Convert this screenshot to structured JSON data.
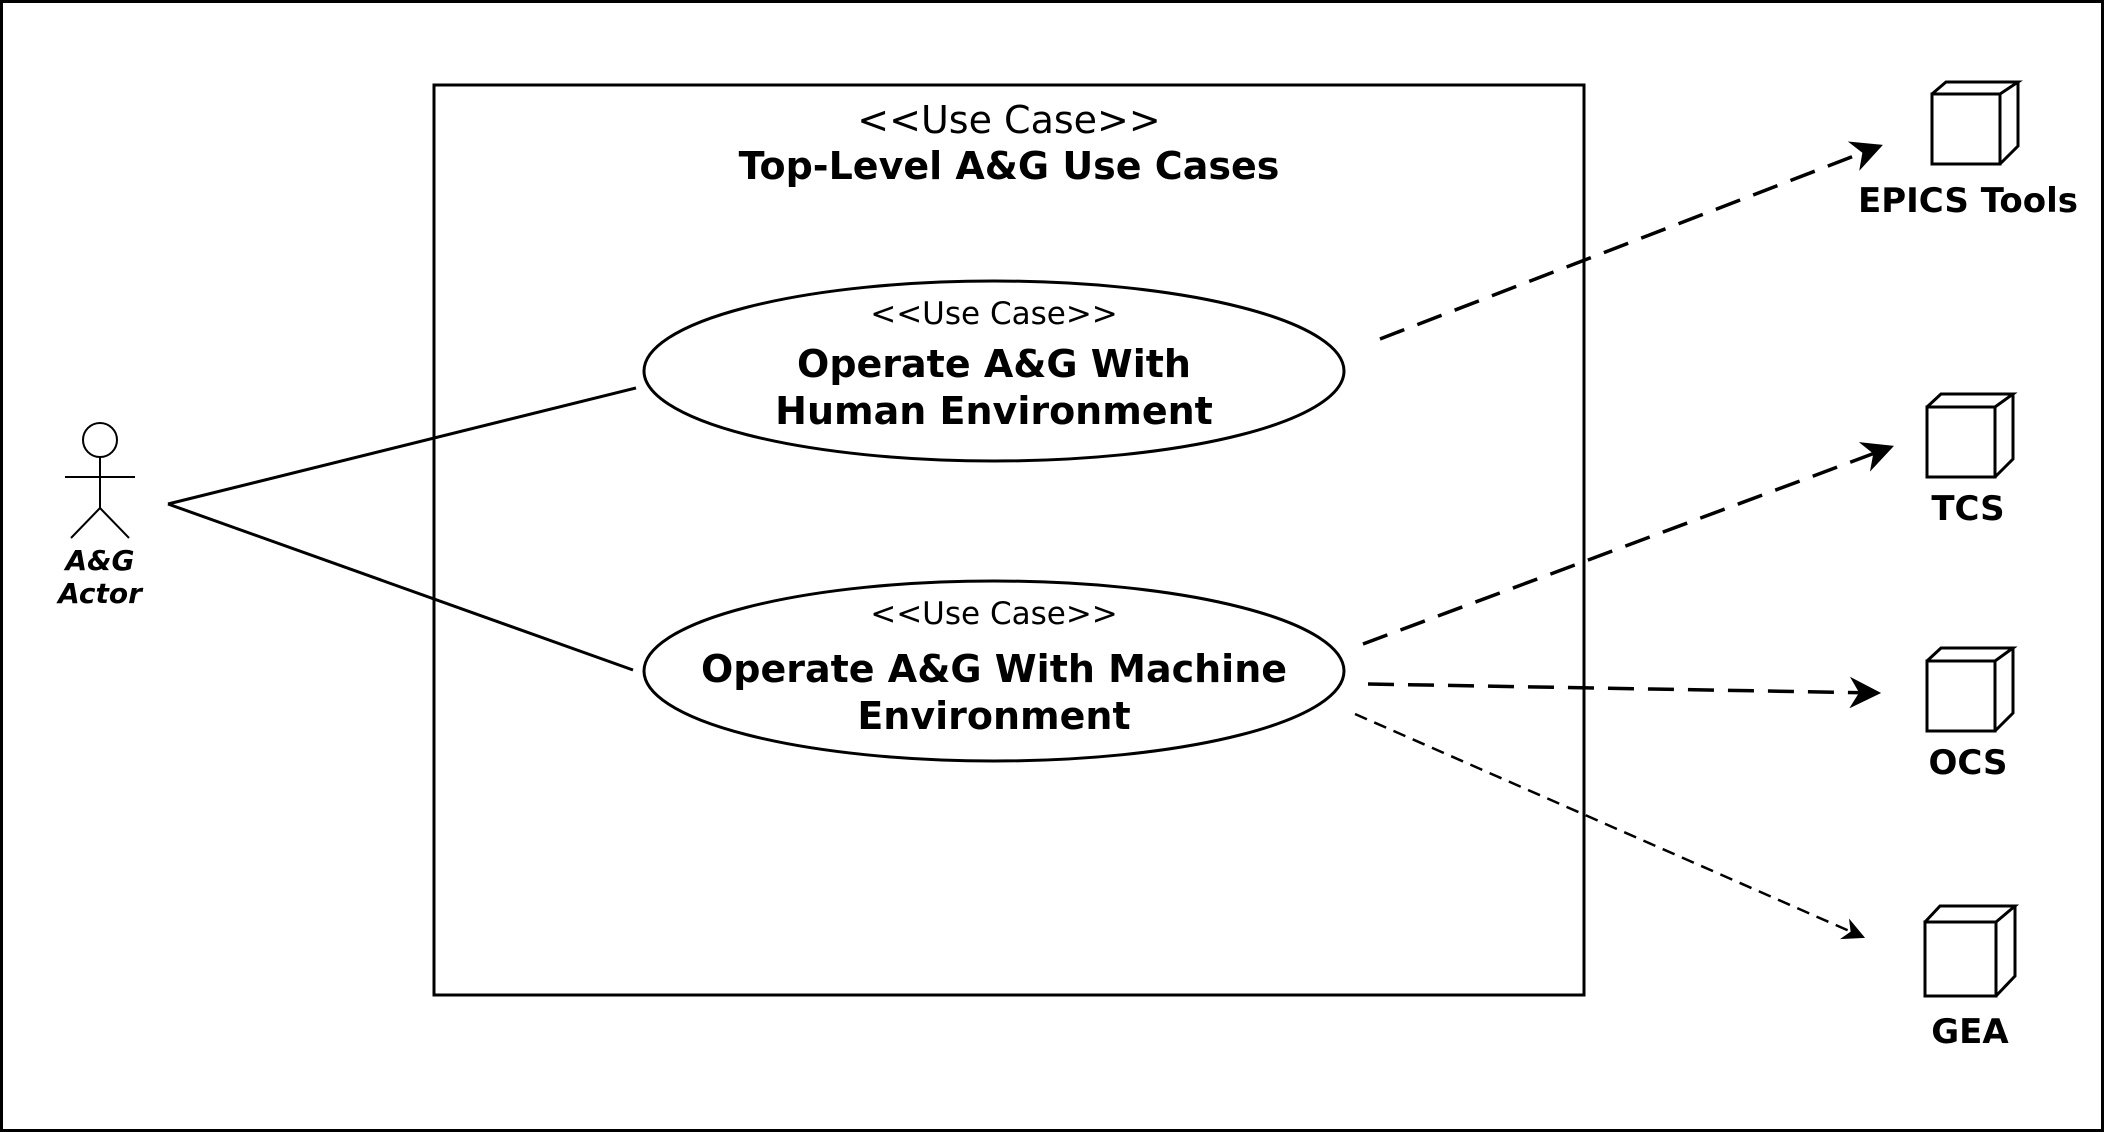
{
  "system": {
    "stereotype": "<<Use Case>>",
    "title": "Top-Level A&G Use Cases"
  },
  "actor": {
    "line1": "A&G",
    "line2": "Actor"
  },
  "use_cases": [
    {
      "stereotype": "<<Use Case>>",
      "name_line1": "Operate A&G With",
      "name_line2": "Human Environment"
    },
    {
      "stereotype": "<<Use Case>>",
      "name_line1": "Operate A&G With Machine",
      "name_line2": "Environment"
    }
  ],
  "nodes": [
    {
      "label": "EPICS Tools"
    },
    {
      "label": "TCS"
    },
    {
      "label": "OCS"
    },
    {
      "label": "GEA"
    }
  ]
}
